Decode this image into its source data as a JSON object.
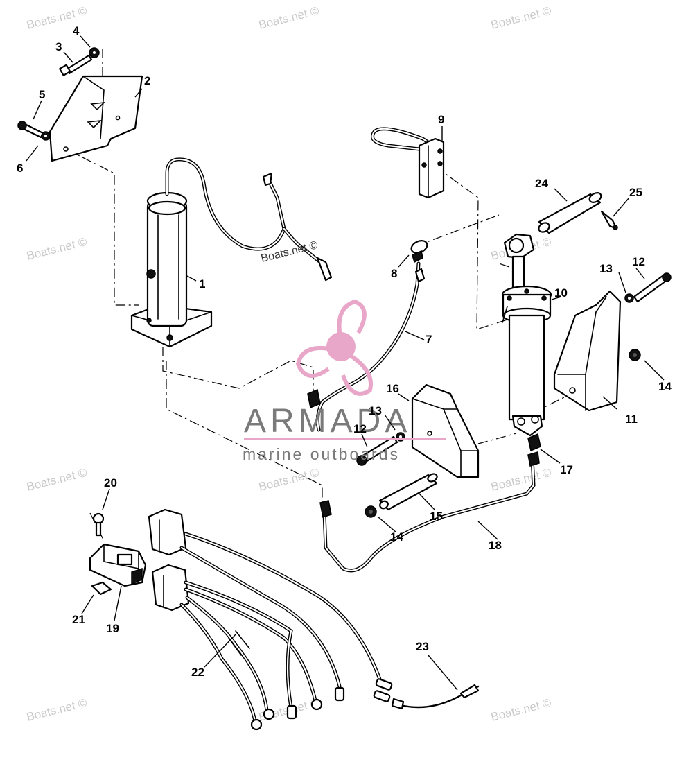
{
  "watermark": {
    "text": "Boats.net ©",
    "inline_text": "Boats.net ©"
  },
  "brand": {
    "name": "ARMADA",
    "tagline": "marine outboards",
    "logo_color": "#e8a6c8",
    "text_color": "#7a7a7a"
  },
  "callouts": {
    "n1": "1",
    "n2": "2",
    "n3": "3",
    "n4": "4",
    "n5": "5",
    "n6": "6",
    "n7": "7",
    "n8": "8",
    "n9": "9",
    "n10": "10",
    "n11": "11",
    "n12a": "12",
    "n12b": "12",
    "n13a": "13",
    "n13b": "13",
    "n14a": "14",
    "n14b": "14",
    "n15": "15",
    "n16": "16",
    "n17": "17",
    "n18": "18",
    "n19": "19",
    "n20": "20",
    "n21": "21",
    "n22": "22",
    "n23": "23",
    "n24": "24",
    "n25": "25"
  }
}
